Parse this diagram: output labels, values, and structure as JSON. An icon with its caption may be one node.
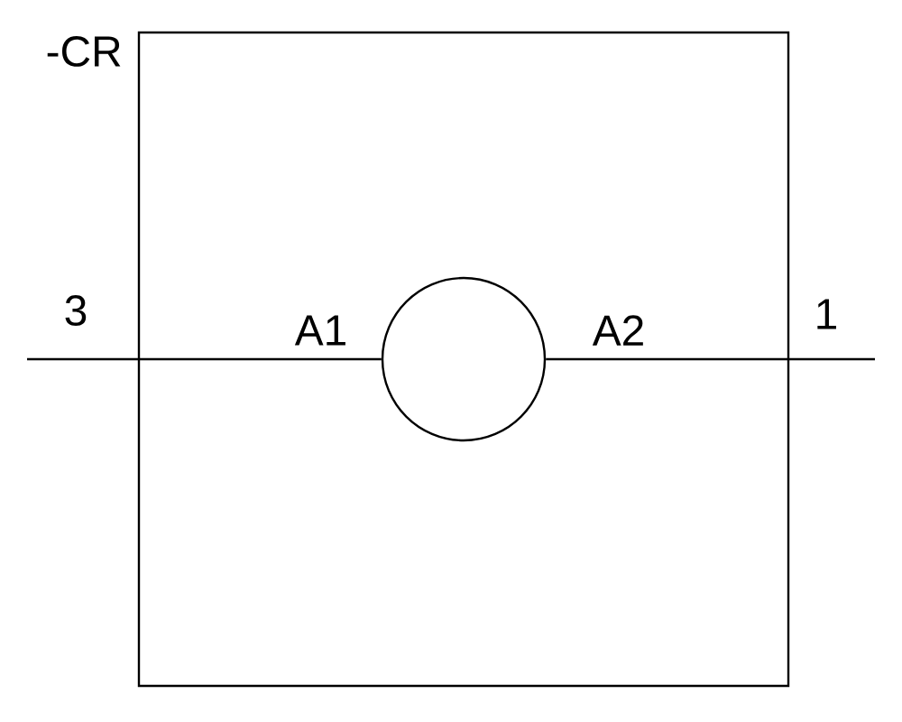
{
  "diagram": {
    "nodes": [
      {
        "text": [
          "-CR"
        ]
      },
      {
        "text": [],
        "shape": "circle",
        "in": 0
      }
    ],
    "edges": [
      {
        "from": null,
        "to": 1,
        "arrow": "none"
      },
      {
        "from": 1,
        "to": null,
        "arrow": "none"
      }
    ],
    "labels": [
      "3",
      "A1",
      "A2",
      "1"
    ]
  }
}
